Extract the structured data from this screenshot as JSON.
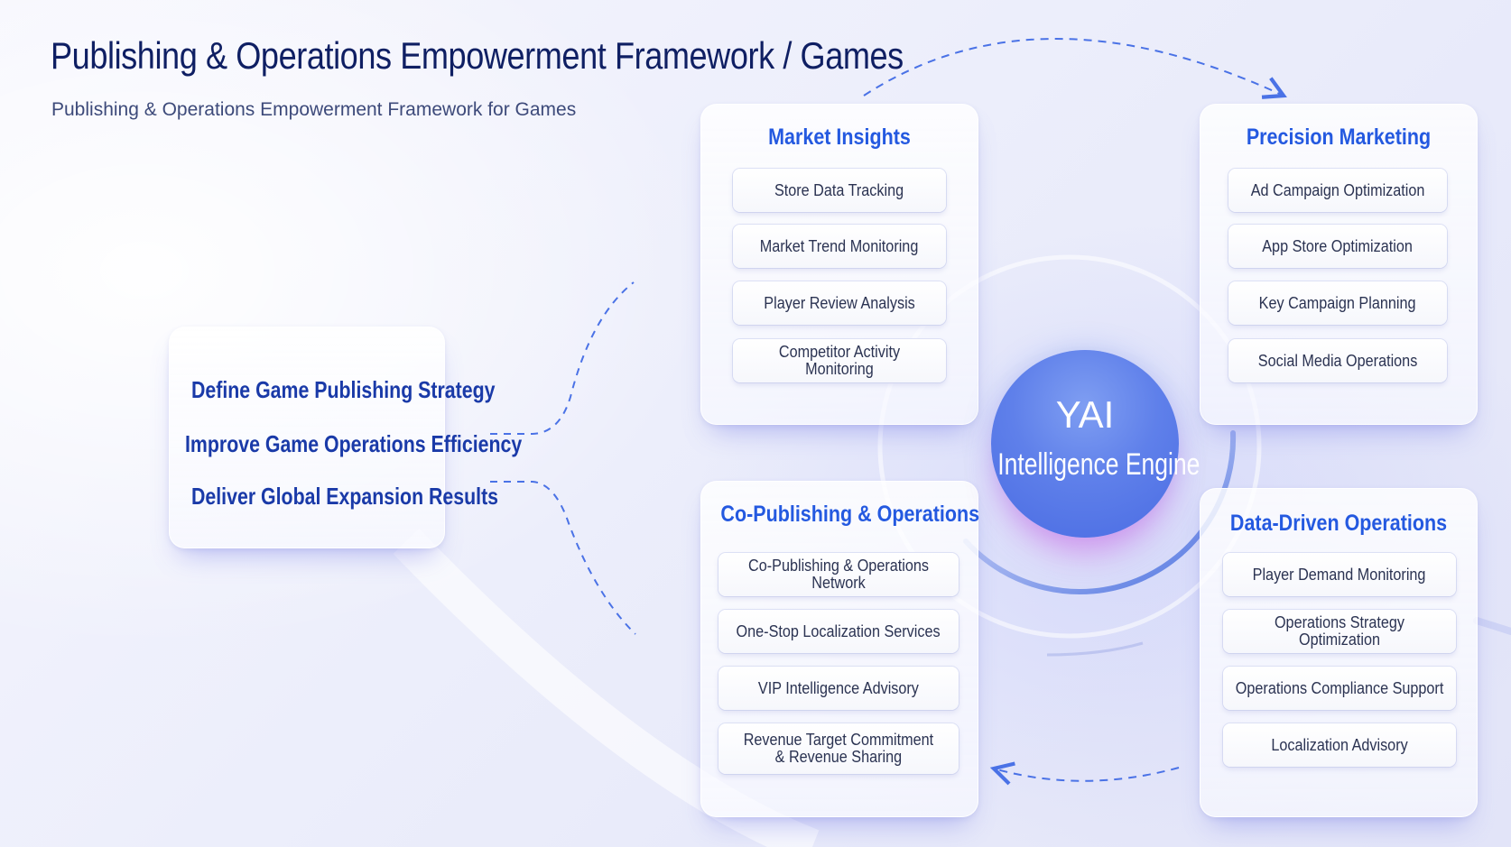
{
  "header": {
    "title": "Publishing & Operations Empowerment Framework / Games",
    "subtitle": "Publishing & Operations Empowerment Framework for Games"
  },
  "goals": [
    "Define Game Publishing Strategy",
    "Improve Game Operations Efficiency",
    "Deliver Global Expansion Results"
  ],
  "core": {
    "name": "YAI",
    "subtitle": "Intelligence Engine"
  },
  "cards": {
    "market_insights": {
      "title": "Market Insights",
      "items": [
        "Store Data Tracking",
        "Market Trend Monitoring",
        "Player Review Analysis",
        "Competitor Activity Monitoring"
      ]
    },
    "precision_marketing": {
      "title": "Precision Marketing",
      "items": [
        "Ad Campaign Optimization",
        "App Store Optimization",
        "Key Campaign Planning",
        "Social Media Operations"
      ]
    },
    "co_publishing": {
      "title": "Co-Publishing & Operations",
      "items": [
        "Co-Publishing & Operations Network",
        "One-Stop Localization Services",
        "VIP Intelligence Advisory",
        "Revenue Target Commitment\n& Revenue Sharing"
      ]
    },
    "data_driven": {
      "title": "Data-Driven Operations",
      "items": [
        "Player Demand Monitoring",
        "Operations Strategy Optimization",
        "Operations Compliance Support",
        "Localization Advisory"
      ]
    }
  },
  "colors": {
    "title": "#0f1f63",
    "accent": "#2459e0",
    "goal_text": "#1a3aa8",
    "core": "#5f80ea",
    "dashed_line": "#3f6fe0"
  }
}
